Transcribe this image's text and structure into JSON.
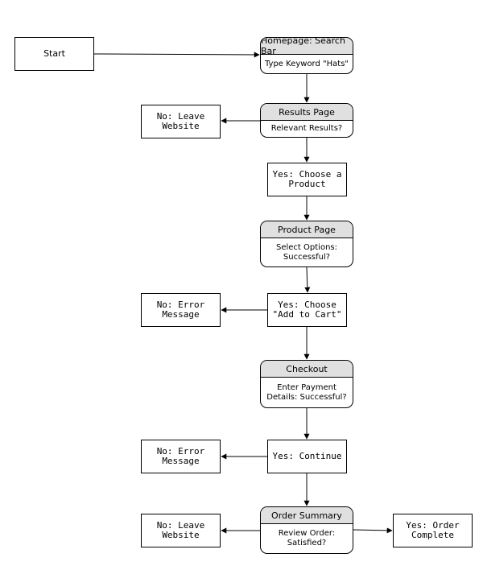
{
  "nodes": {
    "start": "Start",
    "homepage": {
      "title": "Homepage: Search Bar",
      "body": "Type Keyword \"Hats\""
    },
    "results": {
      "title": "Results Page",
      "body": "Relevant Results?"
    },
    "leave1": "No: Leave Website",
    "choose_product": "Yes: Choose a Product",
    "product": {
      "title": "Product Page",
      "body": "Select Options: Successful?"
    },
    "add_cart": "Yes: Choose \"Add to Cart\"",
    "error1": "No: Error Message",
    "checkout": {
      "title": "Checkout",
      "body": "Enter Payment Details: Successful?"
    },
    "continue": "Yes: Continue",
    "error2": "No: Error Message",
    "summary": {
      "title": "Order Summary",
      "body": "Review Order: Satisfied?"
    },
    "leave2": "No: Leave Website",
    "complete": "Yes: Order Complete"
  }
}
